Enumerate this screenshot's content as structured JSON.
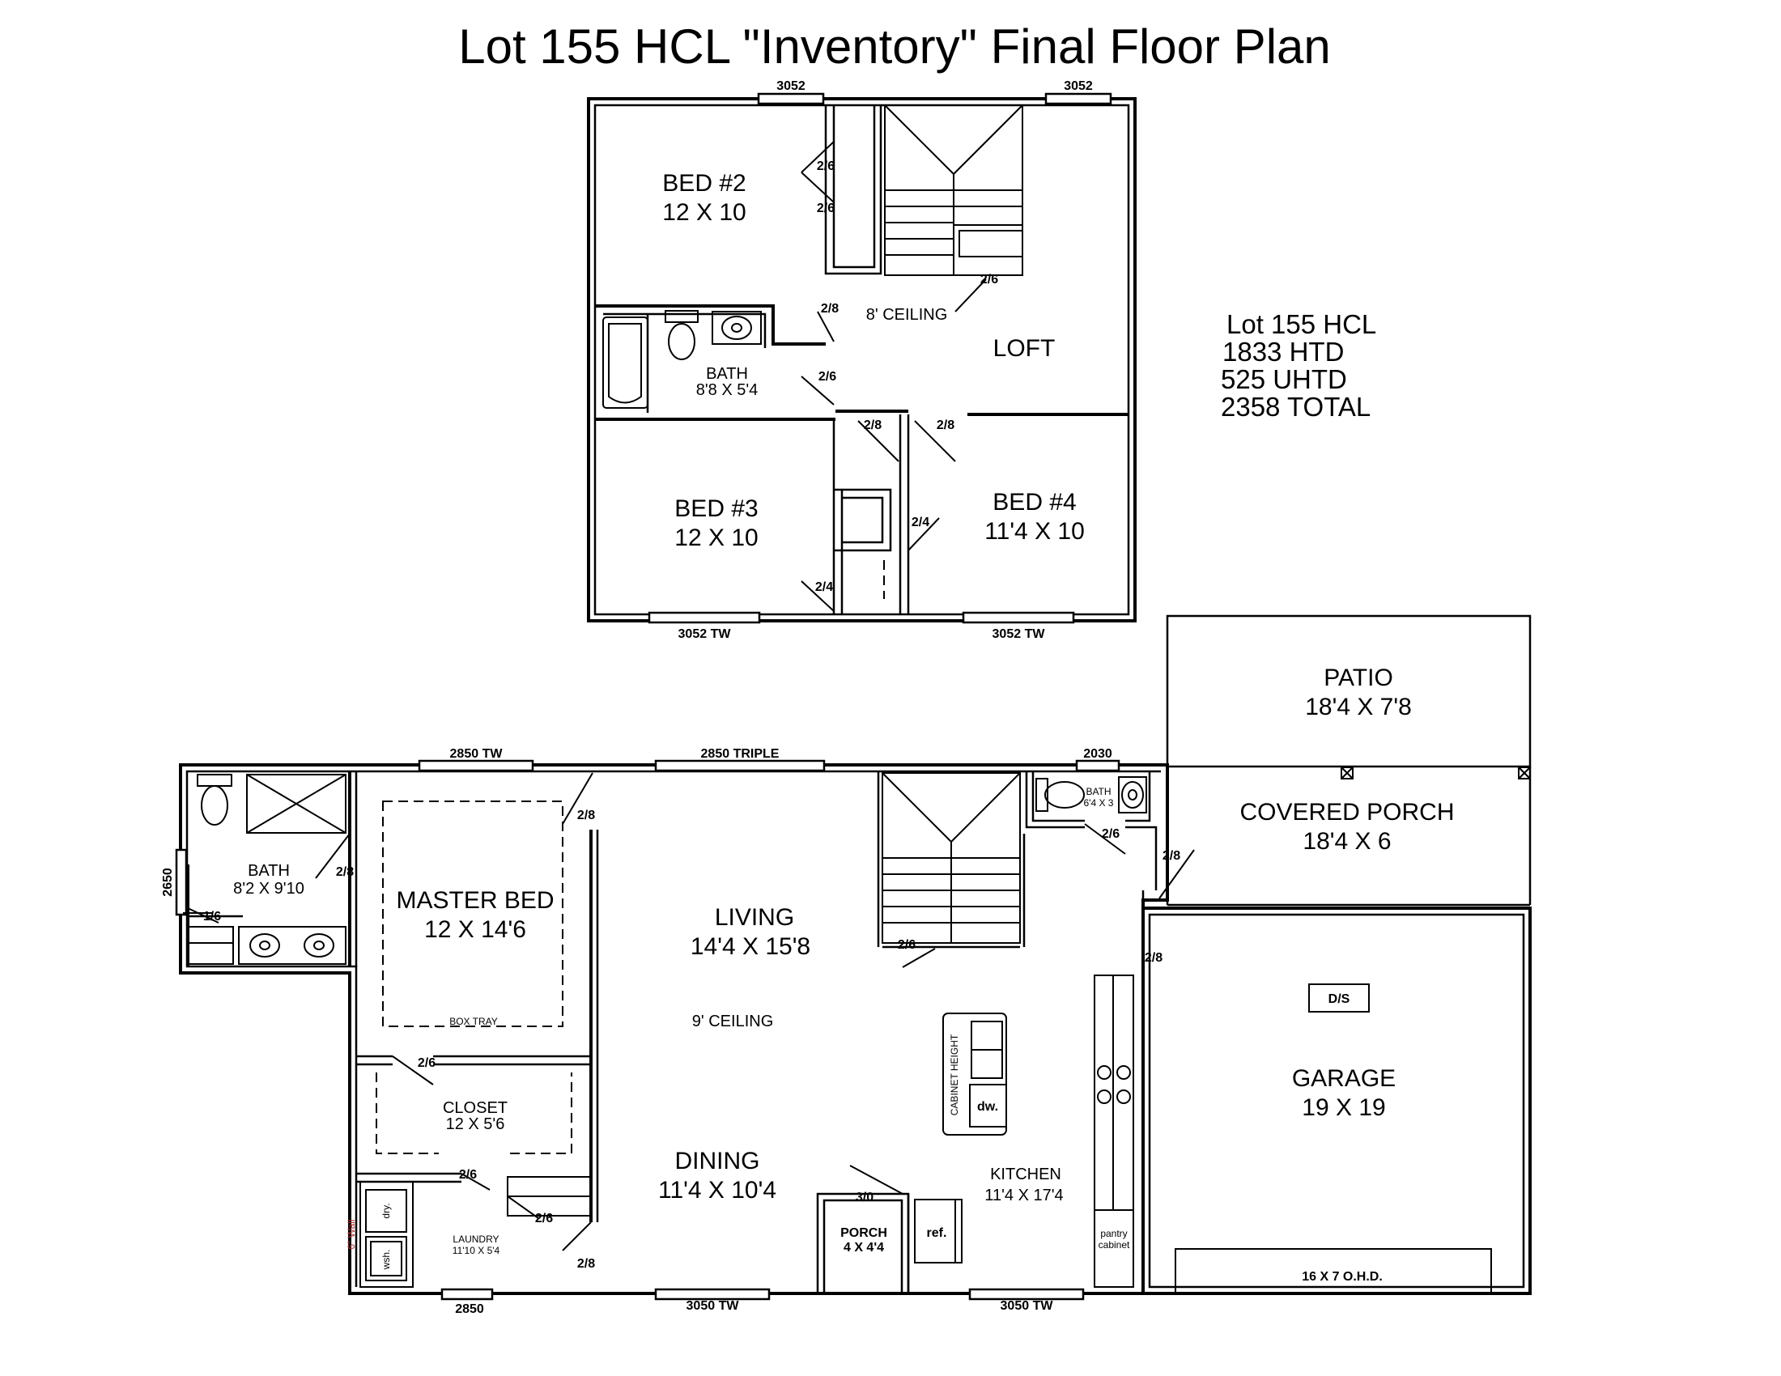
{
  "title": "Lot 155 HCL \"Inventory\" Final Floor Plan",
  "summary": [
    "Lot 155 HCL",
    "1833 HTD",
    "525 UHTD",
    "2358 TOTAL"
  ],
  "upper": {
    "bed2": {
      "name": "BED #2",
      "size": "12 X 10"
    },
    "bath": {
      "name": "BATH",
      "size": "8'8 X 5'4"
    },
    "ceiling": "8' CEILING",
    "loft": {
      "name": "LOFT"
    },
    "bed3": {
      "name": "BED #3",
      "size": "12 X 10"
    },
    "bed4": {
      "name": "BED #4",
      "size": "11'4 X 10"
    },
    "windows": {
      "top_left": "3052",
      "top_right": "3052",
      "bottom_left": "3052 TW",
      "bottom_right": "3052 TW"
    },
    "doors": {
      "d1": "2/6",
      "d2": "2/6",
      "d3": "2/6",
      "d4": "2/8",
      "d5": "2/6",
      "d6": "2/8",
      "d7": "2/8",
      "d8": "2/4",
      "d9": "2/4"
    }
  },
  "main": {
    "patio": {
      "name": "PATIO",
      "size": "18'4 X 7'8"
    },
    "porch_covered": {
      "name": "COVERED PORCH",
      "size": "18'4 X 6"
    },
    "bath_half": {
      "name": "BATH",
      "size": "6'4 X 3"
    },
    "garage": {
      "name": "GARAGE",
      "size": "19 X 19",
      "ds": "D/S",
      "door": "16 X 7 O.H.D."
    },
    "master_bath": {
      "name": "BATH",
      "size": "8'2 X 9'10"
    },
    "master": {
      "name": "MASTER BED",
      "size": "12 X 14'6",
      "tray": "BOX TRAY"
    },
    "living": {
      "name": "LIVING",
      "size": "14'4 X 15'8"
    },
    "ceiling": "9' CEILING",
    "closet": {
      "name": "CLOSET",
      "size": "12 X 5'6"
    },
    "laundry": {
      "name": "LAUNDRY",
      "size": "11'10 X 5'4",
      "dryer": "dry.",
      "washer": "wsh.",
      "wall_note": "6\" Wall"
    },
    "dining": {
      "name": "DINING",
      "size": "11'4 X 10'4"
    },
    "kitchen": {
      "name": "KITCHEN",
      "size": "11'4 X 17'4",
      "cabinet": "CABINET HEIGHT",
      "dw": "dw.",
      "ref": "ref.",
      "pantry": [
        "pantry",
        "cabinet"
      ]
    },
    "front_porch": {
      "name": "PORCH",
      "size": "4 X 4'4"
    },
    "windows": {
      "w1": "2850 TW",
      "w2": "2850 TRIPLE",
      "w3": "2030",
      "w4": "2650",
      "w5": "2850",
      "w6": "3050 TW",
      "w7": "3050 TW"
    },
    "doors": {
      "d1": "2/8",
      "d2": "2/8",
      "d3": "1/6",
      "d4": "2/6",
      "d5": "2/6",
      "d6": "2/8",
      "d7": "2/8",
      "d8": "2/6",
      "d9": "2/6",
      "d10": "2/8",
      "d11": "3/0"
    }
  }
}
